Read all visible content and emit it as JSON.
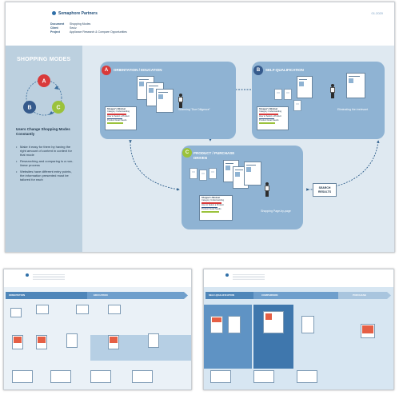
{
  "header": {
    "logo": "Semaphore Partners",
    "page_number": "01.2020",
    "meta": [
      {
        "key": "Document",
        "value": "Shopping Modes"
      },
      {
        "key": "Client",
        "value": "Seuiz"
      },
      {
        "key": "Project",
        "value": "Appliance Research & Compare Opportunities"
      }
    ]
  },
  "sidebar": {
    "title": "SHOPPING MODES",
    "cycle_labels": [
      "A",
      "B",
      "C"
    ],
    "subtitle": "Users Change Shopping Modes Constantly",
    "bullets": [
      "Make it easy for them by having the right amount of content in context for that mode",
      "Researching and comparing is a non-linear process",
      "Websites have different entry points, the information presented must be tailored for each"
    ]
  },
  "modes": [
    {
      "badge": "A",
      "title": "ORIENTATION / EDUCATION",
      "caption": "Scanning \"Due Diligence\""
    },
    {
      "badge": "B",
      "title": "SELF-QUALIFICATION",
      "caption": "Eliminating the irrelevant"
    },
    {
      "badge": "C",
      "title": "PRODUCT / PURCHASE DRIVEN",
      "caption": "Shopping Page-by-page"
    }
  ],
  "note": {
    "heading": "Shopper's Mindset",
    "lines": [
      "Category Understanding",
      "How to Select a Product",
      "Product Detail Needs"
    ]
  },
  "search_box": "SEARCH RESULTS",
  "thumb_left": {
    "lanes": [
      "ORIENTATION",
      "EDUCATION"
    ]
  },
  "thumb_right": {
    "lanes": [
      "SELF-QUALIFICATION",
      "COMPARISON",
      "PURCHASE"
    ]
  },
  "colors": {
    "a": "#d93a3a",
    "b": "#355a8c",
    "c": "#9bc23b",
    "panel": "#bcd0df",
    "card": "#8fb3d3"
  }
}
